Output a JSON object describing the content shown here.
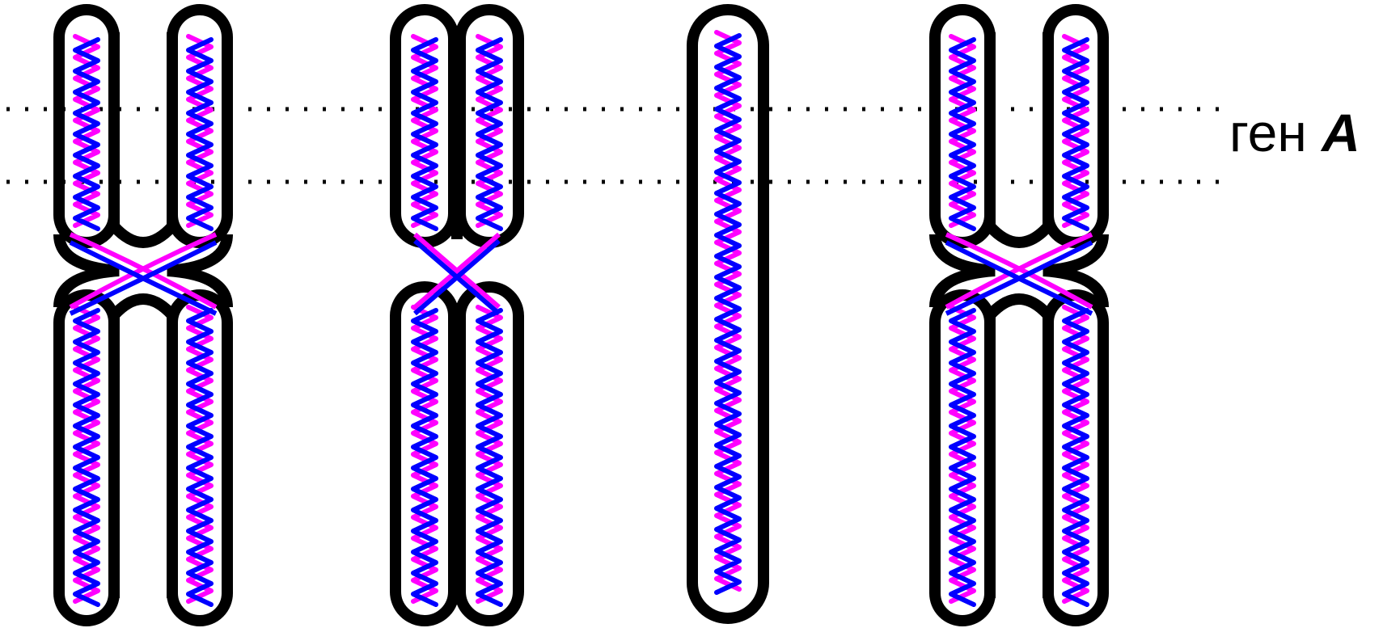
{
  "gene_label": {
    "prefix": "ген",
    "symbol": "A"
  },
  "colors": {
    "outline": "#000000",
    "strand_a": "#ff00ff",
    "strand_b": "#0000ff",
    "marker": "#000000",
    "background": "#ffffff"
  },
  "chromosomes": [
    {
      "name": "chromosome-x-shape",
      "form": "two-chromatid-open"
    },
    {
      "name": "chromosome-joined",
      "form": "two-chromatid-fused"
    },
    {
      "name": "chromosome-single",
      "form": "single-chromatid"
    },
    {
      "name": "chromosome-x-shape-copy",
      "form": "two-chromatid-open"
    }
  ]
}
